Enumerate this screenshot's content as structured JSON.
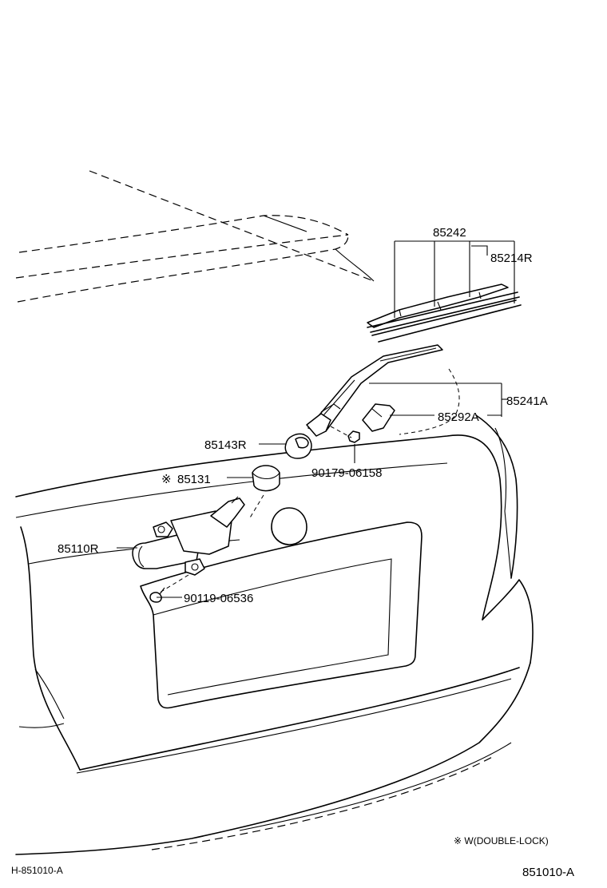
{
  "diagram": {
    "parts": {
      "blade_assy": "85242",
      "blade_rubber": "85214R",
      "arm_assy": "85241A",
      "head_cover": "85292A",
      "cap": "85143R",
      "pivot_seal": "85131",
      "pivot_seal_marker": "※",
      "nut": "90179-06158",
      "motor_assy": "85110R",
      "bolt": "90119-06536"
    },
    "note": "※  W(DOUBLE-LOCK)",
    "illustration_code": "H-851010-A",
    "figure_number": "851010-A"
  }
}
